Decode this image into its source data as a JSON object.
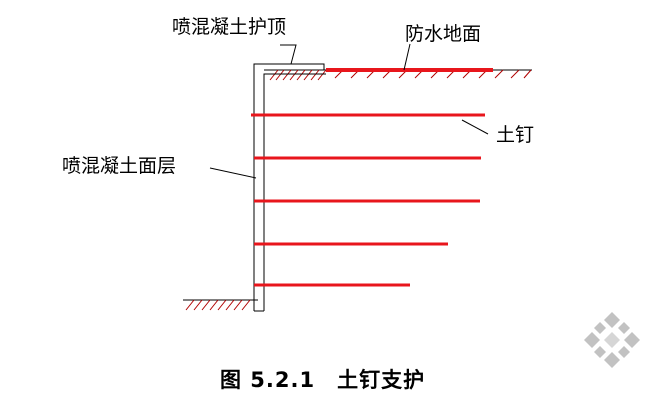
{
  "labels": {
    "crest_protection": "喷混凝土护顶",
    "waterproof_ground": "防水地面",
    "soil_nail": "土钉",
    "shotcrete_facing": "喷混凝土面层"
  },
  "caption": "图 5.2.1　土钉支护",
  "colors": {
    "nail": "#e8161c",
    "line": "#000000",
    "hatch": "#b00000",
    "watermark": "#b8b8b8"
  },
  "nail_count": 5,
  "icons": [
    "watermark-logo-icon"
  ]
}
